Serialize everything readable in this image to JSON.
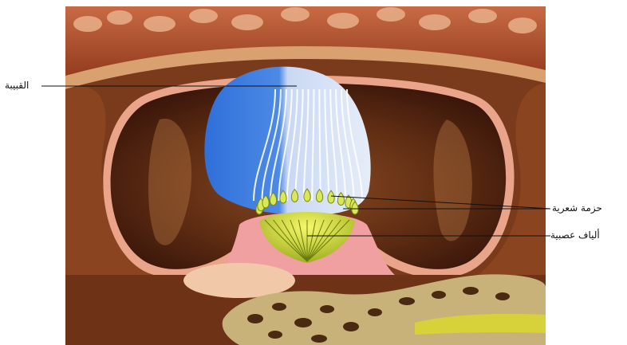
{
  "labels": {
    "cupula": "القبيبة",
    "hair_bundle": "حزمة شعرية",
    "nerve_fibers": "ألياف عصبية"
  },
  "colors": {
    "background": "#ffffff",
    "tissue_dark": "#5a2a14",
    "tissue_mid": "#8a4a22",
    "cupula_blue": "#3f7fe0",
    "cupula_light": "#d8e4f6",
    "hair_cells": "#d9e85a",
    "nerve_yellow": "#e8ef3c",
    "membrane_pink": "#e88a8a",
    "bone": "#c9b27a"
  }
}
